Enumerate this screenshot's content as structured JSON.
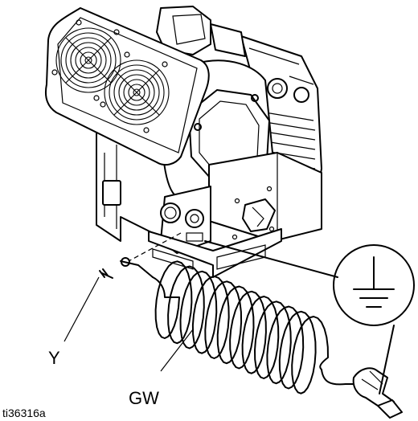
{
  "labels": {
    "screw": "Y",
    "ground_wire": "GW",
    "figure_id": "ti36316a"
  },
  "icons": {
    "ground_symbol": "ground-icon"
  },
  "colors": {
    "line": "#000000",
    "background": "#ffffff"
  }
}
